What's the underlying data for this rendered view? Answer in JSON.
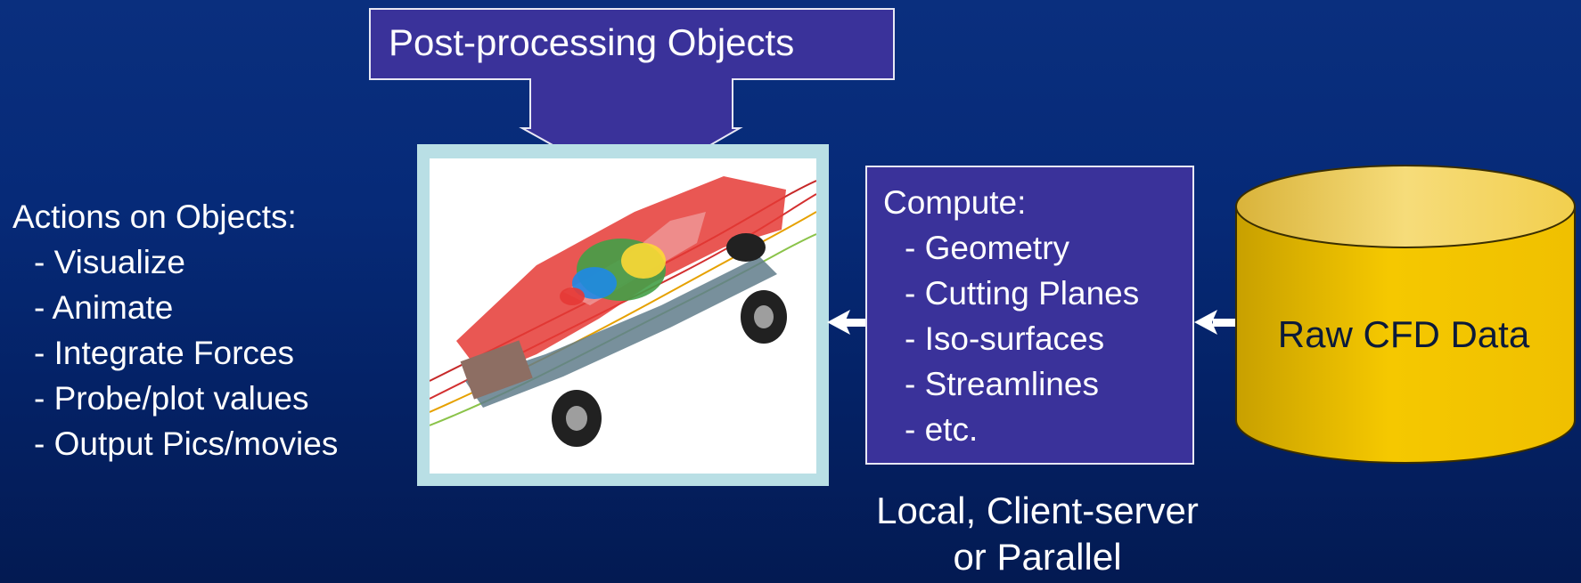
{
  "callout": {
    "title": "Post-processing Objects"
  },
  "actions": {
    "heading": "Actions on Objects:",
    "items": [
      "- Visualize",
      "- Animate",
      "- Integrate Forces",
      "- Probe/plot values",
      "- Output Pics/movies"
    ]
  },
  "compute": {
    "heading": "Compute:",
    "items": [
      "- Geometry",
      "- Cutting Planes",
      "- Iso-surfaces",
      "- Streamlines",
      "- etc."
    ]
  },
  "database": {
    "label": "Raw CFD Data"
  },
  "caption": {
    "line1": "Local, Client-server",
    "line2": "or Parallel"
  },
  "colors": {
    "background": "#062a78",
    "box_fill": "#3a329a",
    "cylinder_fill": "#f2c200",
    "frame": "#b9dfe5"
  }
}
